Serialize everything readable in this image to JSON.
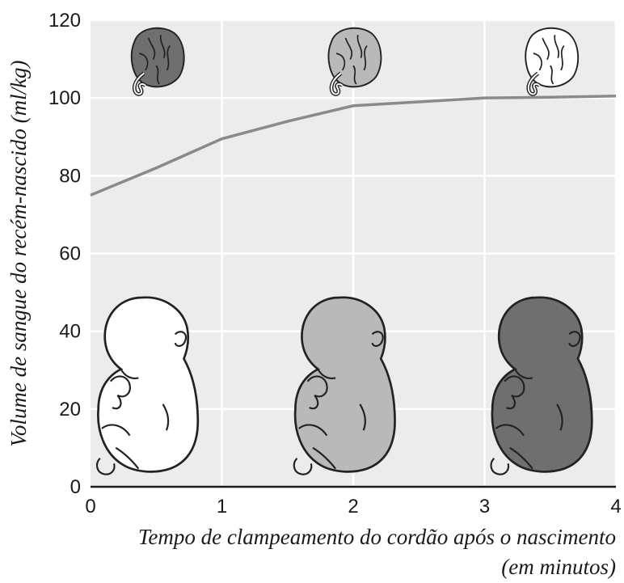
{
  "chart_data": {
    "type": "line",
    "xlabel_line1": "Tempo de clampeamento do cordão após o nascimento",
    "xlabel_line2": "(em minutos)",
    "ylabel": "Volume de sangue do recém-nascido (ml/kg)",
    "xlim": [
      0,
      4
    ],
    "ylim": [
      0,
      120
    ],
    "x_ticks": [
      "0",
      "1",
      "2",
      "3",
      "4"
    ],
    "y_ticks": [
      "0",
      "20",
      "40",
      "60",
      "80",
      "100",
      "120"
    ],
    "grid": true,
    "series": [
      {
        "x": [
          0,
          0.5,
          1,
          1.5,
          2,
          2.5,
          3,
          3.5,
          4
        ],
        "y": [
          75,
          82,
          89.5,
          94,
          98,
          99,
          100,
          100.2,
          100.5
        ]
      }
    ],
    "colors": {
      "line": "#8a8a8a",
      "plot_bg": "#ececec",
      "grid": "#ffffff"
    }
  },
  "illustrations": {
    "placentas": [
      {
        "x": 0.5,
        "fill": "#6f6f6f",
        "icon": "placenta-icon"
      },
      {
        "x": 2,
        "fill": "#b9b9b9",
        "icon": "placenta-icon"
      },
      {
        "x": 3.5,
        "fill": "#ffffff",
        "icon": "placenta-icon"
      }
    ],
    "babies": [
      {
        "x": 0.5,
        "fill": "#ffffff",
        "icon": "newborn-icon"
      },
      {
        "x": 2,
        "fill": "#b9b9b9",
        "icon": "newborn-icon"
      },
      {
        "x": 3.5,
        "fill": "#6f6f6f",
        "icon": "newborn-icon"
      }
    ]
  }
}
